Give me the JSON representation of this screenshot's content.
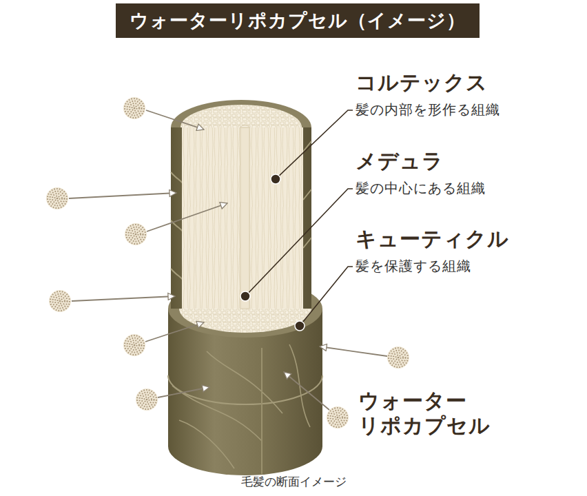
{
  "diagram": {
    "title": "ウォーターリポカプセル（イメージ）",
    "caption": "毛髪の断面イメージ",
    "labels": [
      "コルテックス",
      "髪の内部を形作る組織",
      "メデュラ",
      "髪の中心にある組織",
      "キューティクル",
      "髪を保護する組織",
      "ウォーター リポカプセル"
    ]
  }
}
